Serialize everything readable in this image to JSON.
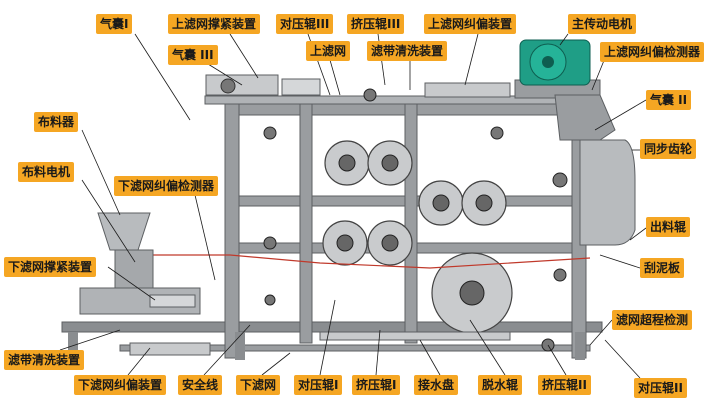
{
  "labels": {
    "airbag_1": "气囊I",
    "upper_tension": "上滤网撑紧装置",
    "pressure_roller_3": "对压辊III",
    "squeeze_roller_3": "挤压辊III",
    "upper_correction": "上滤网纠偏装置",
    "main_motor": "主传动电机",
    "airbag_3": "气囊 III",
    "upper_mesh": "上滤网",
    "belt_washer_top": "滤带清洗装置",
    "upper_correction_detector": "上滤网纠偏检测器",
    "airbag_2": "气囊 II",
    "feeder": "布料器",
    "sync_gear": "同步齿轮",
    "feeder_motor": "布料电机",
    "lower_correction_detector": "下滤网纠偏检测器",
    "discharge_roller": "出料辊",
    "lower_tension": "下滤网撑紧装置",
    "scraper": "刮泥板",
    "mesh_overtravel": "滤网超程检测",
    "belt_washer_bottom": "滤带清洗装置",
    "lower_correction": "下滤网纠偏装置",
    "safety_line": "安全线",
    "lower_mesh": "下滤网",
    "pressure_roller_1": "对压辊I",
    "squeeze_roller_1": "挤压辊I",
    "drip_tray": "接水盘",
    "dewatering_roller": "脱水辊",
    "squeeze_roller_2": "挤压辊II",
    "pressure_roller_2": "对压辊II"
  },
  "colors": {
    "label_bg": "#f5a623",
    "frame": "#8a8d90",
    "frame_dark": "#5c5f62",
    "motor": "#1f9e86",
    "leader": "#1a1a1a",
    "belt": "#c0392b"
  }
}
